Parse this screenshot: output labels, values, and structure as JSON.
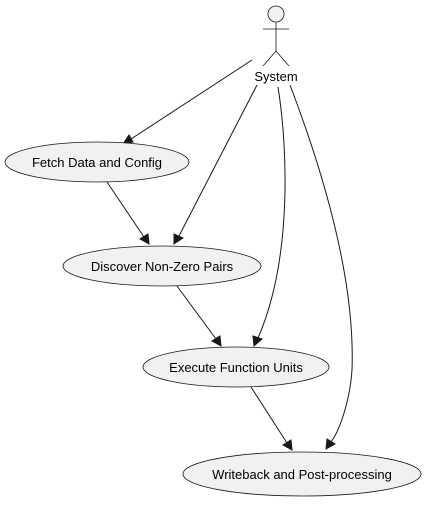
{
  "diagram": {
    "type": "use-case",
    "actor": {
      "id": "system",
      "label": "System",
      "icon": "stick-figure-icon"
    },
    "use_cases": [
      {
        "id": "fetch",
        "label": "Fetch Data and Config"
      },
      {
        "id": "discover",
        "label": "Discover Non-Zero Pairs"
      },
      {
        "id": "execute",
        "label": "Execute Function Units"
      },
      {
        "id": "writeback",
        "label": "Writeback and Post-processing"
      }
    ],
    "edges": [
      {
        "from": "system",
        "to": "fetch"
      },
      {
        "from": "system",
        "to": "discover"
      },
      {
        "from": "system",
        "to": "execute"
      },
      {
        "from": "system",
        "to": "writeback"
      },
      {
        "from": "fetch",
        "to": "discover"
      },
      {
        "from": "discover",
        "to": "execute"
      },
      {
        "from": "execute",
        "to": "writeback"
      }
    ],
    "colors": {
      "node_fill": "#f1f1f1",
      "stroke": "#181818",
      "text": "#000000"
    }
  }
}
